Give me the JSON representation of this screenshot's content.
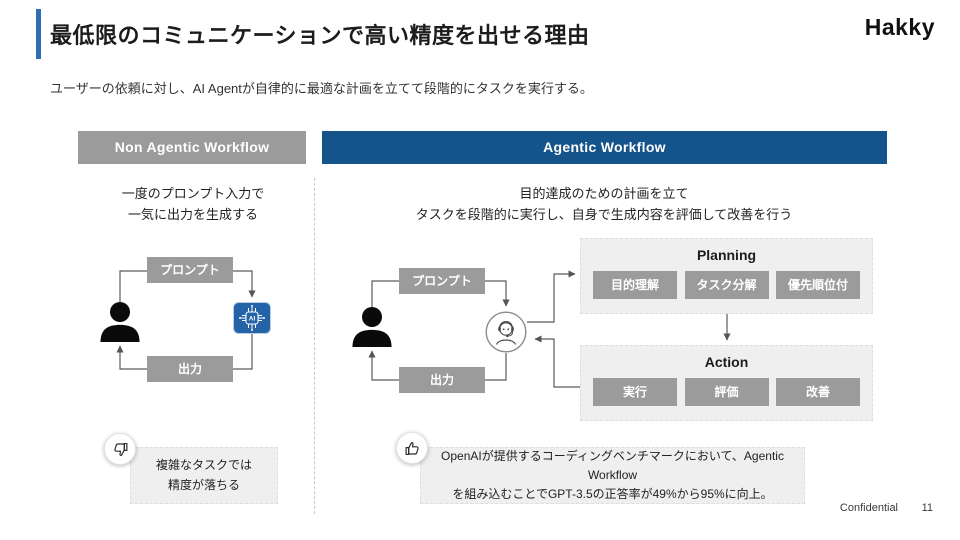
{
  "slide": {
    "title": "最低限のコミュニケーションで高い精度を出せる理由",
    "logo": "Hakky",
    "subtitle": "ユーザーの依頼に対し、AI Agentが自律的に最適な計画を立てて段階的にタスクを実行する。",
    "footer": {
      "confidential": "Confidential",
      "page_number": "11"
    }
  },
  "non_agentic": {
    "header": "Non Agentic Workflow",
    "description_line1": "一度のプロンプト入力で",
    "description_line2": "一気に出力を生成する",
    "prompt_label": "プロンプト",
    "output_label": "出力",
    "caveat_line1": "複雑なタスクでは",
    "caveat_line2": "精度が落ちる"
  },
  "agentic": {
    "header": "Agentic Workflow",
    "description_line1": "目的達成のための計画を立て",
    "description_line2": "タスクを段階的に実行し、自身で生成内容を評価して改善を行う",
    "prompt_label": "プロンプト",
    "output_label": "出力",
    "planning": {
      "title": "Planning",
      "steps": [
        "目的理解",
        "タスク分解",
        "優先順位付"
      ]
    },
    "action": {
      "title": "Action",
      "steps": [
        "実行",
        "評価",
        "改善"
      ]
    },
    "benefit_line1": "OpenAIが提供するコーディングベンチマークにおいて、Agentic Workflow",
    "benefit_line2": "を組み込むことでGPT-3.5の正答率が49%から95%に向上。"
  },
  "colors": {
    "accent_blue": "#2F6CB3",
    "agentic_header_blue": "#15538B",
    "gray_box": "#9B9B9B",
    "panel_gray": "#EFEFEF",
    "ai_chip_blue": "#2563A8"
  }
}
